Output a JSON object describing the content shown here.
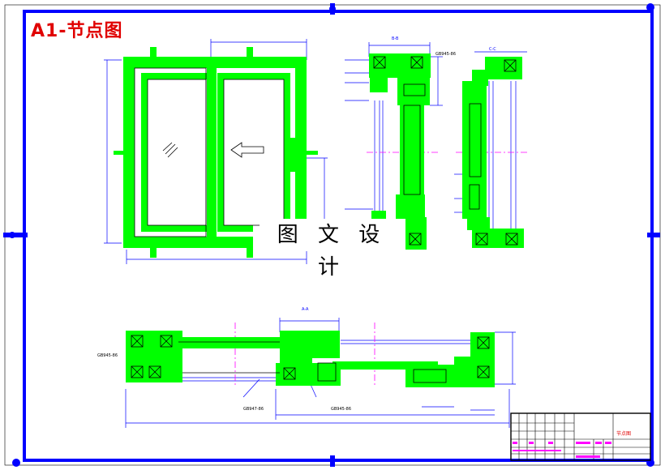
{
  "title_tag": "A1-节点图",
  "watermark": "图 文 设 计",
  "views": {
    "section_bb": "B-B",
    "section_cc": "C-C",
    "section_aa": "A-A",
    "std_label_1": "GB945-86",
    "std_label_2": "GB947-86",
    "std_label_3": "GB945-86",
    "std_label_4": "GB945-86"
  },
  "title_block": {
    "name": "节点图"
  },
  "colors": {
    "border": "#0000ff",
    "profile": "#00ff00",
    "centerline": "#ff00ff",
    "title_text": "#e00000"
  }
}
